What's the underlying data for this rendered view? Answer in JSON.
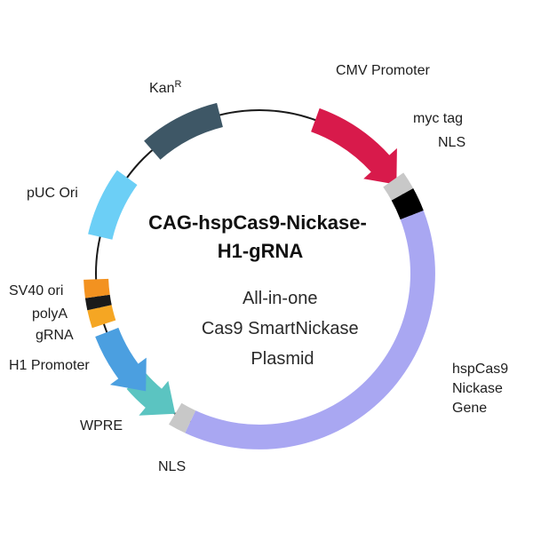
{
  "plasmid": {
    "title_lines": [
      "CAG-hspCas9-Nickase-",
      "H1-gRNA"
    ],
    "subtitle_lines": [
      "All-in-one",
      "Cas9 SmartNickase",
      "Plasmid"
    ]
  },
  "features": {
    "kanr": {
      "label": "Kan",
      "superscript": "R",
      "color": "#3e5766"
    },
    "cmv_promoter": {
      "label": "CMV Promoter",
      "color": "#d81a4b"
    },
    "myc_tag": {
      "label": "myc tag",
      "color": "#c8c8c8"
    },
    "nls_top": {
      "label": "NLS",
      "color": "#000000"
    },
    "hspcas9": {
      "label_lines": [
        "hspCas9",
        "Nickase",
        "Gene"
      ],
      "color": "#a9a7f2"
    },
    "nls_bottom": {
      "label": "NLS",
      "color": "#c8c8c8"
    },
    "wpre": {
      "label": "WPRE",
      "color": "#5bc4c1"
    },
    "h1_promoter": {
      "label": "H1 Promoter",
      "color": "#4b9fe0"
    },
    "grna": {
      "label": "gRNA",
      "color": "#f5a623"
    },
    "polya": {
      "label": "polyA",
      "color": "#1a1a1a"
    },
    "sv40_ori": {
      "label": "SV40 ori",
      "color": "#f39220"
    },
    "puc_ori": {
      "label": "pUC Ori",
      "color": "#6ccff6"
    }
  },
  "colors": {
    "backbone": "#1a1a1a"
  }
}
